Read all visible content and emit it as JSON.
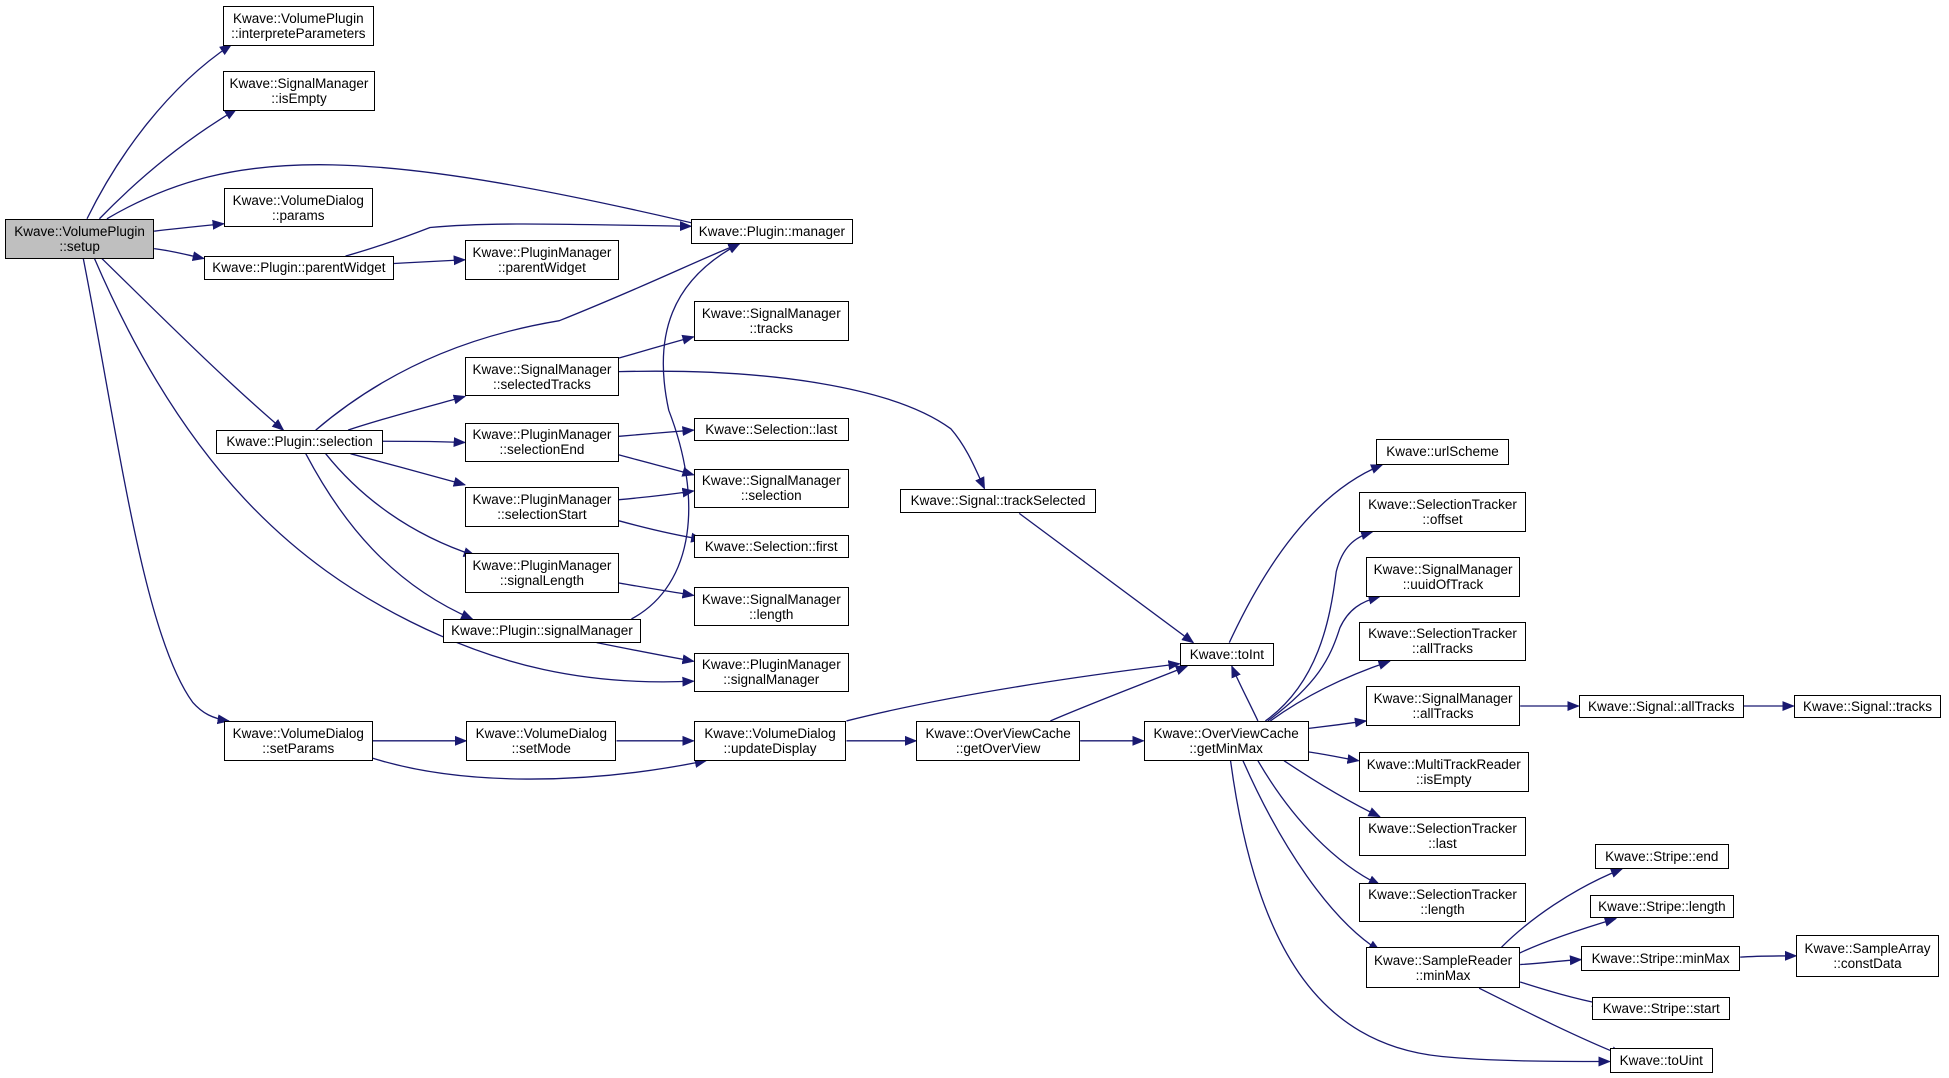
{
  "edge_color": "#191970",
  "root_fill": "#bfbfbf",
  "nodes": [
    {
      "id": "setup",
      "lines": [
        "Kwave::VolumePlugin",
        "::setup"
      ]
    },
    {
      "id": "interprete",
      "lines": [
        "Kwave::VolumePlugin",
        "::interpreteParameters"
      ]
    },
    {
      "id": "sm_isEmpty",
      "lines": [
        "Kwave::SignalManager",
        "::isEmpty"
      ]
    },
    {
      "id": "vd_params",
      "lines": [
        "Kwave::VolumeDialog",
        "::params"
      ]
    },
    {
      "id": "p_parentWidget",
      "lines": [
        "Kwave::Plugin::parentWidget"
      ]
    },
    {
      "id": "pm_parentWidget",
      "lines": [
        "Kwave::PluginManager",
        "::parentWidget"
      ]
    },
    {
      "id": "p_manager",
      "lines": [
        "Kwave::Plugin::manager"
      ]
    },
    {
      "id": "p_selection",
      "lines": [
        "Kwave::Plugin::selection"
      ]
    },
    {
      "id": "sm_selectedTracks",
      "lines": [
        "Kwave::SignalManager",
        "::selectedTracks"
      ]
    },
    {
      "id": "sm_tracks",
      "lines": [
        "Kwave::SignalManager",
        "::tracks"
      ]
    },
    {
      "id": "pm_selectionEnd",
      "lines": [
        "Kwave::PluginManager",
        "::selectionEnd"
      ]
    },
    {
      "id": "sel_last",
      "lines": [
        "Kwave::Selection::last"
      ]
    },
    {
      "id": "sm_selection",
      "lines": [
        "Kwave::SignalManager",
        "::selection"
      ]
    },
    {
      "id": "pm_selectionStart",
      "lines": [
        "Kwave::PluginManager",
        "::selectionStart"
      ]
    },
    {
      "id": "sel_first",
      "lines": [
        "Kwave::Selection::first"
      ]
    },
    {
      "id": "pm_signalLength",
      "lines": [
        "Kwave::PluginManager",
        "::signalLength"
      ]
    },
    {
      "id": "sm_length",
      "lines": [
        "Kwave::SignalManager",
        "::length"
      ]
    },
    {
      "id": "p_signalManager",
      "lines": [
        "Kwave::Plugin::signalManager"
      ]
    },
    {
      "id": "pm_signalManager",
      "lines": [
        "Kwave::PluginManager",
        "::signalManager"
      ]
    },
    {
      "id": "sig_trackSelected",
      "lines": [
        "Kwave::Signal::trackSelected"
      ]
    },
    {
      "id": "vd_setParams",
      "lines": [
        "Kwave::VolumeDialog",
        "::setParams"
      ]
    },
    {
      "id": "vd_setMode",
      "lines": [
        "Kwave::VolumeDialog",
        "::setMode"
      ]
    },
    {
      "id": "vd_updateDisplay",
      "lines": [
        "Kwave::VolumeDialog",
        "::updateDisplay"
      ]
    },
    {
      "id": "ovc_getOverView",
      "lines": [
        "Kwave::OverViewCache",
        "::getOverView"
      ]
    },
    {
      "id": "toInt",
      "lines": [
        "Kwave::toInt"
      ]
    },
    {
      "id": "urlScheme",
      "lines": [
        "Kwave::urlScheme"
      ]
    },
    {
      "id": "ovc_getMinMax",
      "lines": [
        "Kwave::OverViewCache",
        "::getMinMax"
      ]
    },
    {
      "id": "st_offset",
      "lines": [
        "Kwave::SelectionTracker",
        "::offset"
      ]
    },
    {
      "id": "sm_uuidOfTrack",
      "lines": [
        "Kwave::SignalManager",
        "::uuidOfTrack"
      ]
    },
    {
      "id": "st_allTracks",
      "lines": [
        "Kwave::SelectionTracker",
        "::allTracks"
      ]
    },
    {
      "id": "sm_allTracks",
      "lines": [
        "Kwave::SignalManager",
        "::allTracks"
      ]
    },
    {
      "id": "sig_allTracks",
      "lines": [
        "Kwave::Signal::allTracks"
      ]
    },
    {
      "id": "sig_tracks",
      "lines": [
        "Kwave::Signal::tracks"
      ]
    },
    {
      "id": "mtr_isEmpty",
      "lines": [
        "Kwave::MultiTrackReader",
        "::isEmpty"
      ]
    },
    {
      "id": "st_last",
      "lines": [
        "Kwave::SelectionTracker",
        "::last"
      ]
    },
    {
      "id": "st_length",
      "lines": [
        "Kwave::SelectionTracker",
        "::length"
      ]
    },
    {
      "id": "sr_minMax",
      "lines": [
        "Kwave::SampleReader",
        "::minMax"
      ]
    },
    {
      "id": "stripe_end",
      "lines": [
        "Kwave::Stripe::end"
      ]
    },
    {
      "id": "stripe_length",
      "lines": [
        "Kwave::Stripe::length"
      ]
    },
    {
      "id": "stripe_minMax",
      "lines": [
        "Kwave::Stripe::minMax"
      ]
    },
    {
      "id": "sa_constData",
      "lines": [
        "Kwave::SampleArray",
        "::constData"
      ]
    },
    {
      "id": "stripe_start",
      "lines": [
        "Kwave::Stripe::start"
      ]
    },
    {
      "id": "toUint",
      "lines": [
        "Kwave::toUint"
      ]
    }
  ],
  "edges": [
    [
      "setup",
      "interprete"
    ],
    [
      "setup",
      "sm_isEmpty"
    ],
    [
      "setup",
      "p_manager"
    ],
    [
      "setup",
      "vd_params"
    ],
    [
      "setup",
      "p_parentWidget"
    ],
    [
      "setup",
      "p_selection"
    ],
    [
      "setup",
      "pm_signalManager"
    ],
    [
      "setup",
      "vd_setParams"
    ],
    [
      "p_parentWidget",
      "p_manager"
    ],
    [
      "p_parentWidget",
      "pm_parentWidget"
    ],
    [
      "p_selection",
      "p_manager"
    ],
    [
      "p_selection",
      "sm_selectedTracks"
    ],
    [
      "p_selection",
      "pm_selectionEnd"
    ],
    [
      "p_selection",
      "pm_selectionStart"
    ],
    [
      "p_selection",
      "pm_signalLength"
    ],
    [
      "p_selection",
      "p_signalManager"
    ],
    [
      "sm_selectedTracks",
      "sm_tracks"
    ],
    [
      "sm_selectedTracks",
      "sig_trackSelected"
    ],
    [
      "pm_selectionEnd",
      "sel_last"
    ],
    [
      "pm_selectionEnd",
      "sm_selection"
    ],
    [
      "pm_selectionStart",
      "sm_selection"
    ],
    [
      "pm_selectionStart",
      "sel_first"
    ],
    [
      "pm_signalLength",
      "sm_length"
    ],
    [
      "p_signalManager",
      "p_manager"
    ],
    [
      "p_signalManager",
      "pm_signalManager"
    ],
    [
      "sig_trackSelected",
      "toInt"
    ],
    [
      "vd_setParams",
      "vd_setMode"
    ],
    [
      "vd_setParams",
      "vd_updateDisplay"
    ],
    [
      "vd_setMode",
      "vd_updateDisplay"
    ],
    [
      "vd_updateDisplay",
      "toInt"
    ],
    [
      "vd_updateDisplay",
      "ovc_getOverView"
    ],
    [
      "ovc_getOverView",
      "toInt"
    ],
    [
      "ovc_getOverView",
      "ovc_getMinMax"
    ],
    [
      "toInt",
      "urlScheme"
    ],
    [
      "ovc_getMinMax",
      "toInt"
    ],
    [
      "ovc_getMinMax",
      "st_offset"
    ],
    [
      "ovc_getMinMax",
      "sm_uuidOfTrack"
    ],
    [
      "ovc_getMinMax",
      "st_allTracks"
    ],
    [
      "ovc_getMinMax",
      "sm_allTracks"
    ],
    [
      "ovc_getMinMax",
      "mtr_isEmpty"
    ],
    [
      "ovc_getMinMax",
      "st_last"
    ],
    [
      "ovc_getMinMax",
      "st_length"
    ],
    [
      "ovc_getMinMax",
      "sr_minMax"
    ],
    [
      "ovc_getMinMax",
      "toUint"
    ],
    [
      "sm_allTracks",
      "sig_allTracks"
    ],
    [
      "sig_allTracks",
      "sig_tracks"
    ],
    [
      "sr_minMax",
      "stripe_end"
    ],
    [
      "sr_minMax",
      "stripe_length"
    ],
    [
      "sr_minMax",
      "stripe_minMax"
    ],
    [
      "sr_minMax",
      "stripe_start"
    ],
    [
      "sr_minMax",
      "toUint"
    ],
    [
      "stripe_minMax",
      "sa_constData"
    ]
  ]
}
